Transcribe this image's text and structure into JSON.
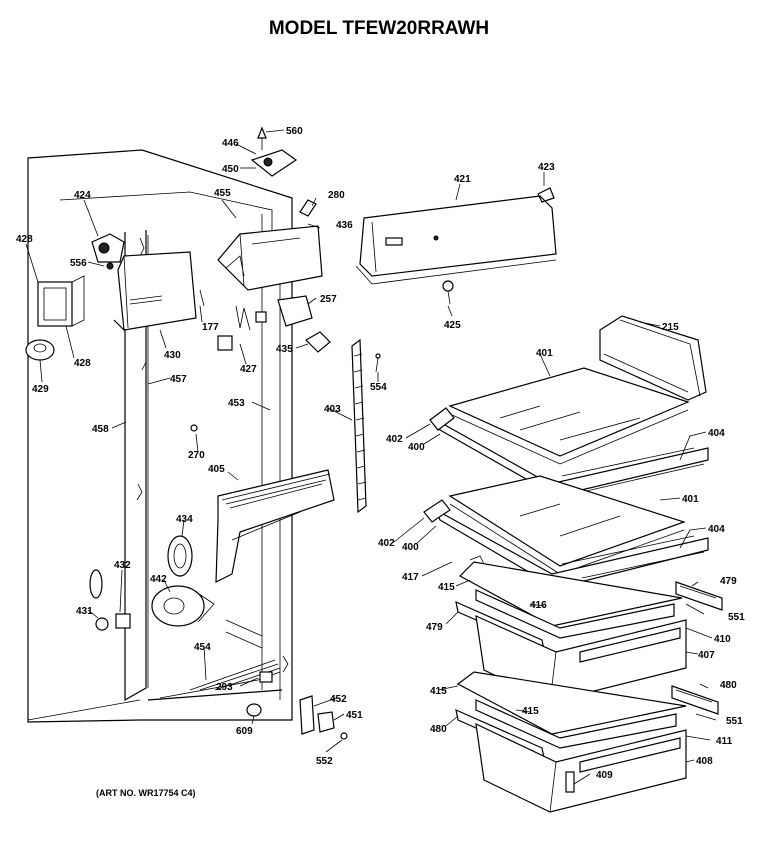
{
  "title": "MODEL TFEW20RRAWH",
  "art_number": "(ART NO. WR17754 C4)",
  "callouts": [
    {
      "id": "c560",
      "text": "560"
    },
    {
      "id": "c446",
      "text": "446"
    },
    {
      "id": "c450",
      "text": "450"
    },
    {
      "id": "c455",
      "text": "455"
    },
    {
      "id": "c280",
      "text": "280"
    },
    {
      "id": "c424",
      "text": "424"
    },
    {
      "id": "c436",
      "text": "436"
    },
    {
      "id": "c421",
      "text": "421"
    },
    {
      "id": "c423",
      "text": "423"
    },
    {
      "id": "c428a",
      "text": "428"
    },
    {
      "id": "c556",
      "text": "556"
    },
    {
      "id": "c257",
      "text": "257"
    },
    {
      "id": "c425",
      "text": "425"
    },
    {
      "id": "c177",
      "text": "177"
    },
    {
      "id": "c215",
      "text": "215"
    },
    {
      "id": "c428b",
      "text": "428"
    },
    {
      "id": "c430",
      "text": "430"
    },
    {
      "id": "c427",
      "text": "427"
    },
    {
      "id": "c435",
      "text": "435"
    },
    {
      "id": "c429",
      "text": "429"
    },
    {
      "id": "c457",
      "text": "457"
    },
    {
      "id": "c401a",
      "text": "401"
    },
    {
      "id": "c554",
      "text": "554"
    },
    {
      "id": "c453",
      "text": "453"
    },
    {
      "id": "c403",
      "text": "403"
    },
    {
      "id": "c458",
      "text": "458"
    },
    {
      "id": "c402a",
      "text": "402"
    },
    {
      "id": "c404a",
      "text": "404"
    },
    {
      "id": "c400a",
      "text": "400"
    },
    {
      "id": "c270",
      "text": "270"
    },
    {
      "id": "c405",
      "text": "405"
    },
    {
      "id": "c401b",
      "text": "401"
    },
    {
      "id": "c434",
      "text": "434"
    },
    {
      "id": "c404b",
      "text": "404"
    },
    {
      "id": "c402b",
      "text": "402"
    },
    {
      "id": "c400b",
      "text": "400"
    },
    {
      "id": "c432",
      "text": "432"
    },
    {
      "id": "c417",
      "text": "417"
    },
    {
      "id": "c442",
      "text": "442"
    },
    {
      "id": "c415a",
      "text": "415"
    },
    {
      "id": "c479a",
      "text": "479"
    },
    {
      "id": "c431",
      "text": "431"
    },
    {
      "id": "c416",
      "text": "416"
    },
    {
      "id": "c551a",
      "text": "551"
    },
    {
      "id": "c479b",
      "text": "479"
    },
    {
      "id": "c410",
      "text": "410"
    },
    {
      "id": "c454",
      "text": "454"
    },
    {
      "id": "c407",
      "text": "407"
    },
    {
      "id": "c293",
      "text": "293"
    },
    {
      "id": "c452",
      "text": "452"
    },
    {
      "id": "c415b",
      "text": "415"
    },
    {
      "id": "c480a",
      "text": "480"
    },
    {
      "id": "c451",
      "text": "451"
    },
    {
      "id": "c415c",
      "text": "415"
    },
    {
      "id": "c551b",
      "text": "551"
    },
    {
      "id": "c609",
      "text": "609"
    },
    {
      "id": "c480b",
      "text": "480"
    },
    {
      "id": "c411",
      "text": "411"
    },
    {
      "id": "c552",
      "text": "552"
    },
    {
      "id": "c408",
      "text": "408"
    },
    {
      "id": "c409",
      "text": "409"
    }
  ]
}
